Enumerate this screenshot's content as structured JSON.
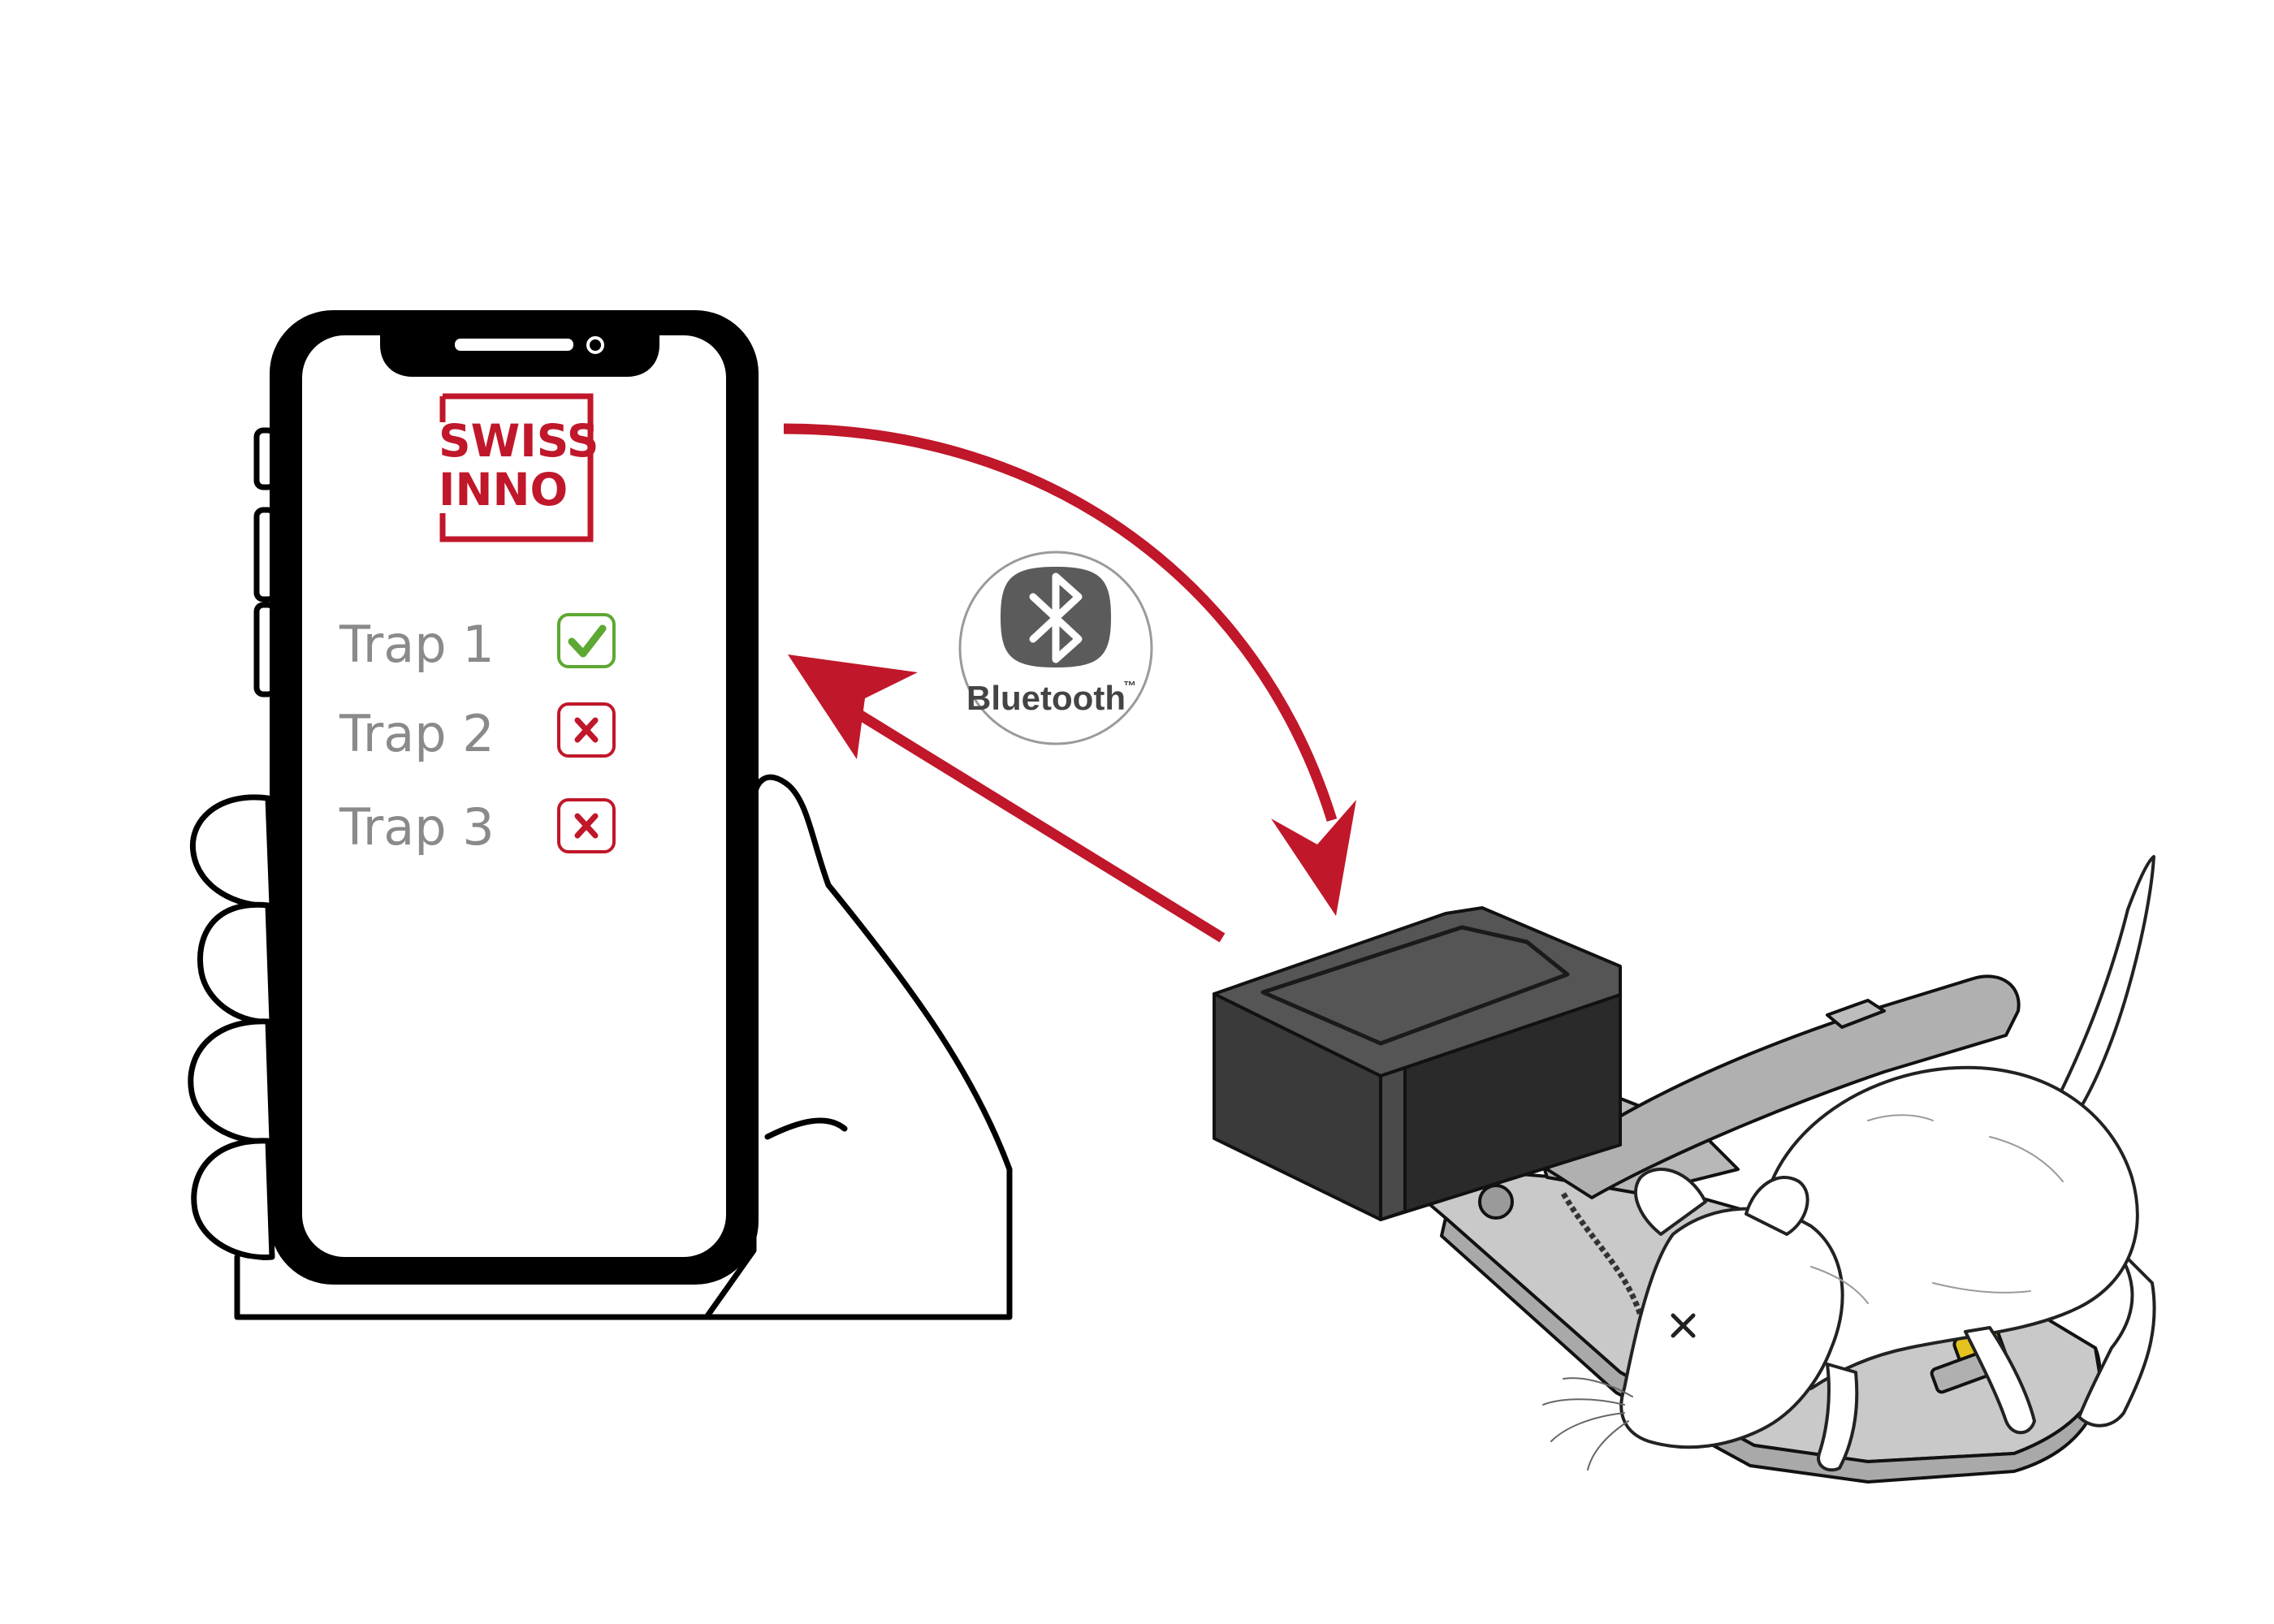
{
  "app": {
    "logo": {
      "line1": "SWISS",
      "line2": "INNO"
    }
  },
  "traps": [
    {
      "label": "Trap 1",
      "status": "ok"
    },
    {
      "label": "Trap 2",
      "status": "error"
    },
    {
      "label": "Trap 3",
      "status": "error"
    }
  ],
  "bluetooth": {
    "label": "Bluetooth",
    "tm": "™",
    "icon": "bluetooth-icon"
  },
  "colors": {
    "brand_red": "#c0172a",
    "ok_green": "#5da832",
    "error_red": "#c0172a",
    "trap_text": "#8a8a8a",
    "trap_box": "#555555"
  }
}
